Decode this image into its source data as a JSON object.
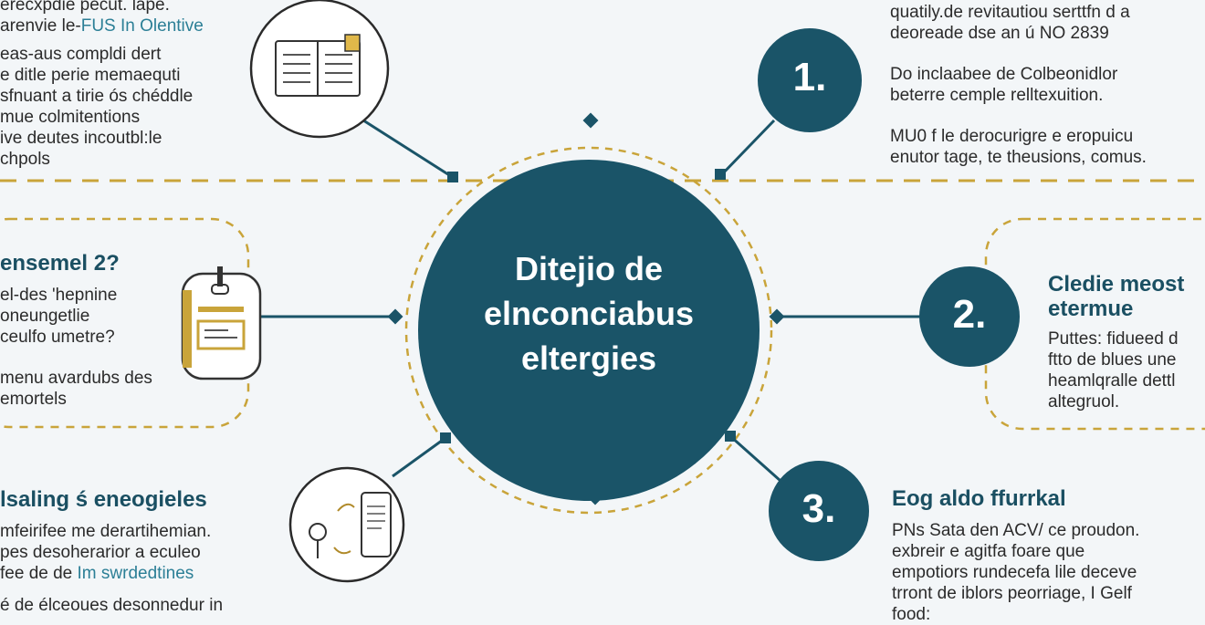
{
  "colors": {
    "primary": "#1a5468",
    "accent": "#c9a43a",
    "background": "#f3f6f8",
    "link": "#2c7f96"
  },
  "center": {
    "title_lines": [
      "Ditejio de",
      "elnconciabus",
      "eltergies"
    ]
  },
  "steps": [
    {
      "number": "1.",
      "lines_a": [
        "quatily.de revitautiou serttfn d a",
        "deoreade dse an ú NO 2839"
      ],
      "lines_b": [
        "Do inclaabee de Colbeonidlor",
        "beterre cemple relltexuition."
      ],
      "lines_c": [
        "MU0 f le derocurigre e eropuicu",
        "enutor tage, te theusions, comus."
      ]
    },
    {
      "number": "2.",
      "heading_lines": [
        "Cledie meost",
        "etermue"
      ],
      "lines": [
        "Puttes: fidueed d",
        "ftto de blues une",
        "heamlqralle dettl",
        "altegruol."
      ]
    },
    {
      "number": "3.",
      "heading": "Eog aldo ffurrkal",
      "lines": [
        "PNs Sata den ACV/ ce proudon.",
        "exbreir e agitfa foare que",
        "empotiors rundecefa lile deceve",
        "trront de iblors peorriage, I Gelf",
        "food:"
      ]
    }
  ],
  "left_top": {
    "line1": "erecxpdie pecut. lape.",
    "line2_prefix": "arenvie le-",
    "line2_highlight": "FUS In Olentive",
    "lines": [
      "eas-aus compldi dert",
      "e ditle perie memaequti",
      "sfnuant a tirie ós chéddle",
      "mue colmitentions",
      "ive deutes incoutbl:le",
      "chpols"
    ]
  },
  "left_middle": {
    "heading": "ensemel 2?",
    "lines_a": [
      "el-des 'hepnine",
      "oneungetlie",
      "ceulfo umetre?"
    ],
    "lines_b": [
      "menu avardubs des",
      "emortels"
    ]
  },
  "left_bottom": {
    "heading": "lsaling ś eneogieles",
    "lines": [
      "mfeirifee me derartihemian.",
      "pes desoherarior a eculeo"
    ],
    "line3_prefix": "fee de de ",
    "line3_highlight": "Im swrdedtines",
    "line4": "é de élceoues desonnedur in"
  },
  "icons": [
    "book-document-icon",
    "clipboard-badge-icon",
    "lightbulb-document-icon"
  ]
}
